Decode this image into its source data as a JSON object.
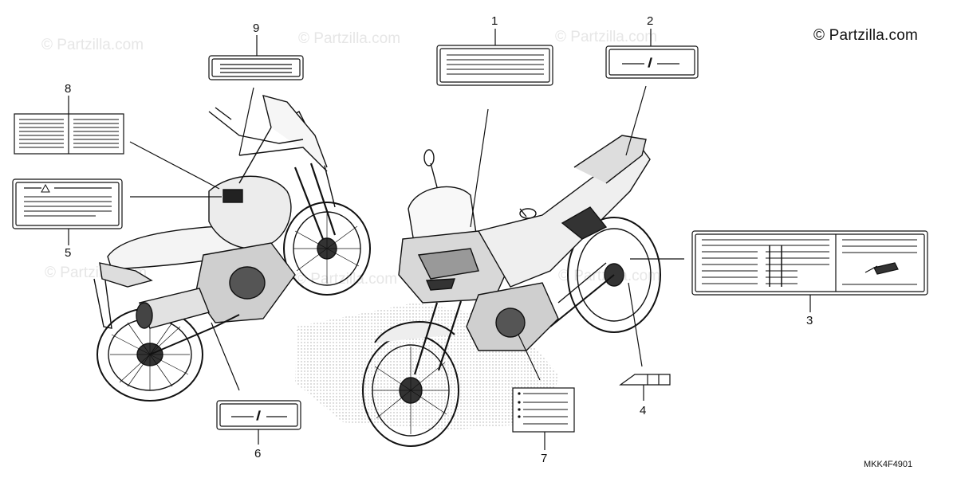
{
  "copyright": "© Partzilla.com",
  "watermark": "© Partzilla.com",
  "diagram_code": "MKK4F4901",
  "callouts": [
    "1",
    "2",
    "3",
    "4",
    "5",
    "6",
    "7",
    "8",
    "9"
  ],
  "label_fraction_text": "/",
  "colors": {
    "line": "#111111",
    "watermark": "#e6e6e6"
  }
}
